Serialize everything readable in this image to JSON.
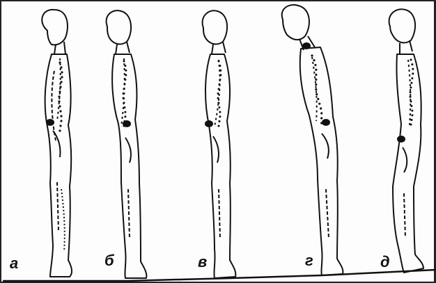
{
  "figure": {
    "labels": {
      "a": "а",
      "b": "б",
      "v": "в",
      "g": "г",
      "d": "д"
    }
  },
  "colors": {
    "outline": "#111111",
    "background": "#fdfdfd"
  }
}
